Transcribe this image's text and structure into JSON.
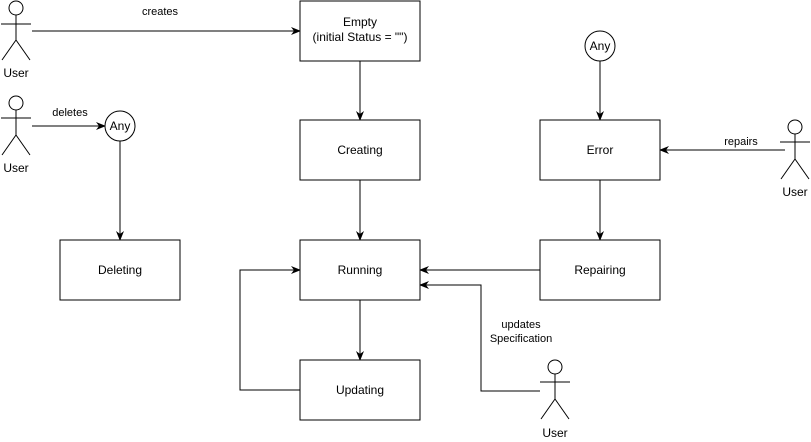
{
  "colors": {
    "stroke": "#000000",
    "fill": "#ffffff",
    "text": "#000000"
  },
  "states": {
    "empty": {
      "line1": "Empty",
      "line2": "(initial Status = \"\")"
    },
    "creating": "Creating",
    "running": "Running",
    "updating": "Updating",
    "deleting": "Deleting",
    "error": "Error",
    "repairing": "Repairing"
  },
  "any_nodes": {
    "deletes_any": "Any",
    "error_any": "Any"
  },
  "actors": {
    "creator": "User",
    "deleter": "User",
    "repairer": "User",
    "updater": "User"
  },
  "edges": {
    "creates": "creates",
    "deletes": "deletes",
    "repairs": "repairs",
    "updates_line1": "updates",
    "updates_line2": "Specification"
  }
}
